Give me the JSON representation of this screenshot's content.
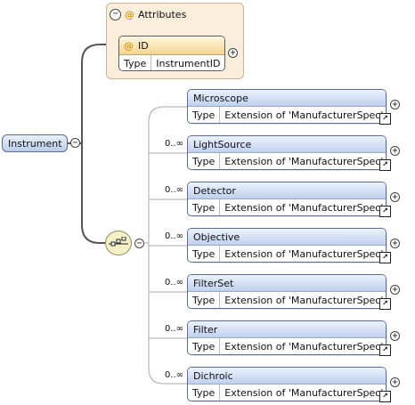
{
  "attributes": {
    "title": "Attributes",
    "attribute": {
      "at_symbol": "@",
      "name": "ID",
      "type_label": "Type",
      "type_value": "InstrumentID"
    }
  },
  "root": {
    "name": "Instrument"
  },
  "toggle": {
    "collapse": "−",
    "expand": "+"
  },
  "children": [
    {
      "name": "Microscope",
      "occurs": "",
      "type_label": "Type",
      "type_value": "Extension of 'ManufacturerSpec'"
    },
    {
      "name": "LightSource",
      "occurs": "0..∞",
      "type_label": "Type",
      "type_value": "Extension of 'ManufacturerSpec'"
    },
    {
      "name": "Detector",
      "occurs": "0..∞",
      "type_label": "Type",
      "type_value": "Extension of 'ManufacturerSpec'"
    },
    {
      "name": "Objective",
      "occurs": "0..∞",
      "type_label": "Type",
      "type_value": "Extension of 'ManufacturerSpec'"
    },
    {
      "name": "FilterSet",
      "occurs": "0..∞",
      "type_label": "Type",
      "type_value": "Extension of 'ManufacturerSpec'"
    },
    {
      "name": "Filter",
      "occurs": "0..∞",
      "type_label": "Type",
      "type_value": "Extension of 'ManufacturerSpec'"
    },
    {
      "name": "Dichroic",
      "occurs": "0..∞",
      "type_label": "Type",
      "type_value": "Extension of 'ManufacturerSpec'"
    }
  ],
  "icons": {
    "link": "link-arrow-icon",
    "sequence": "sequence-compositor-icon"
  },
  "colors": {
    "element_header": "#bfd0ee",
    "attribute_header": "#f4d58f",
    "group_fill": "#f9eedc"
  }
}
